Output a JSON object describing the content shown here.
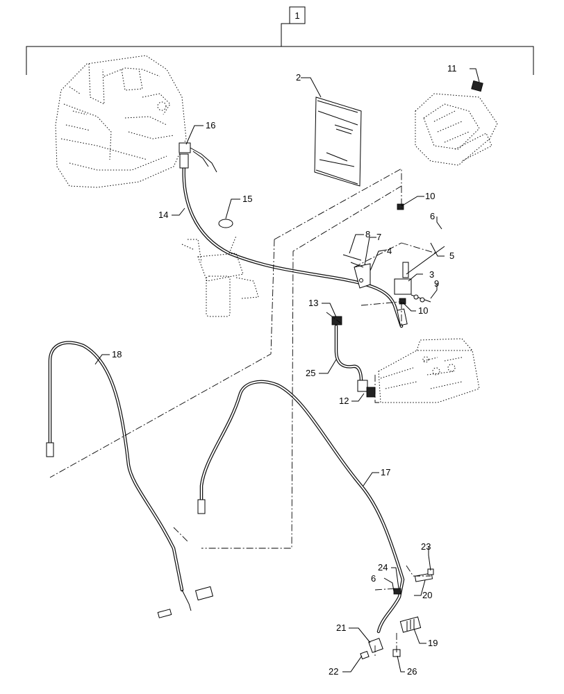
{
  "diagram": {
    "assembly_callout": "1",
    "callouts": [
      {
        "id": "c2",
        "text": "2"
      },
      {
        "id": "c3",
        "text": "3"
      },
      {
        "id": "c4",
        "text": "4"
      },
      {
        "id": "c5",
        "text": "5"
      },
      {
        "id": "c6a",
        "text": "6"
      },
      {
        "id": "c6b",
        "text": "6"
      },
      {
        "id": "c7",
        "text": "7"
      },
      {
        "id": "c8",
        "text": "8"
      },
      {
        "id": "c9",
        "text": "9"
      },
      {
        "id": "c10a",
        "text": "10"
      },
      {
        "id": "c10b",
        "text": "10"
      },
      {
        "id": "c11",
        "text": "11"
      },
      {
        "id": "c12",
        "text": "12"
      },
      {
        "id": "c13",
        "text": "13"
      },
      {
        "id": "c14",
        "text": "14"
      },
      {
        "id": "c15",
        "text": "15"
      },
      {
        "id": "c16",
        "text": "16"
      },
      {
        "id": "c17",
        "text": "17"
      },
      {
        "id": "c18",
        "text": "18"
      },
      {
        "id": "c19",
        "text": "19"
      },
      {
        "id": "c20",
        "text": "20"
      },
      {
        "id": "c21",
        "text": "21"
      },
      {
        "id": "c22",
        "text": "22"
      },
      {
        "id": "c23",
        "text": "23"
      },
      {
        "id": "c24",
        "text": "24"
      },
      {
        "id": "c25",
        "text": "25"
      },
      {
        "id": "c26",
        "text": "26"
      }
    ]
  }
}
